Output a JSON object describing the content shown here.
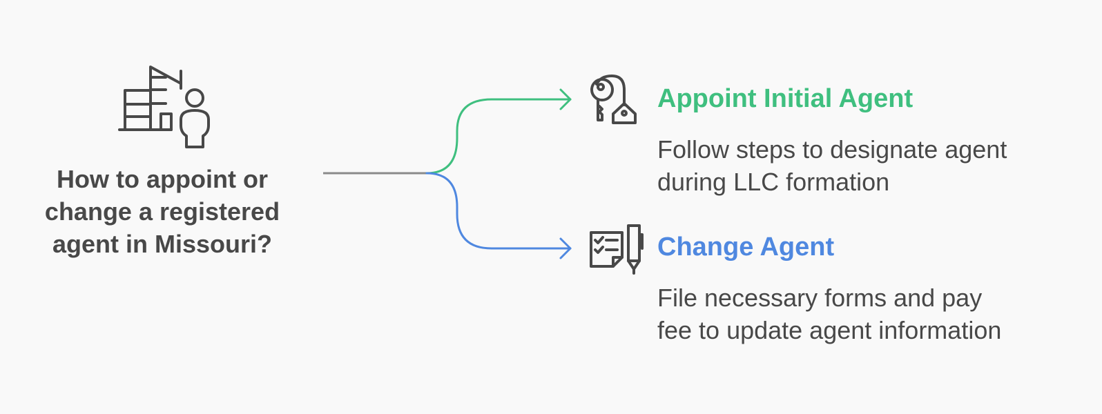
{
  "root": {
    "question_lines": [
      "How to appoint or",
      "change a registered",
      "agent in Missouri?"
    ],
    "icon": "building-with-person-icon"
  },
  "branches": [
    {
      "title": "Appoint Initial Agent",
      "description_lines": [
        "Follow steps to designate agent",
        "during LLC formation"
      ],
      "icon": "key-house-tag-icon",
      "color": "#3fbf7f"
    },
    {
      "title": "Change Agent",
      "description_lines": [
        "File necessary forms and pay",
        "fee to update agent information"
      ],
      "icon": "checklist-pen-icon",
      "color": "#4f88e0"
    }
  ],
  "colors": {
    "background": "#f9f9f9",
    "text": "#484848",
    "stem": "#8a8a8a",
    "icon_stroke": "#484848"
  }
}
